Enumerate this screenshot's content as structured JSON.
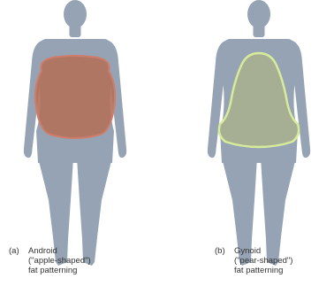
{
  "figure": {
    "colors": {
      "body": "#96a3b4",
      "android_fat_fill": "#b3715b",
      "android_fat_edge": "#cf7c6b",
      "gynoid_fat_fill": "#a7b08f",
      "gynoid_fat_edge": "#d7ec9a",
      "caption_text": "#333333"
    },
    "panels": [
      {
        "letter": "(a)",
        "lines": [
          "Android",
          "(\"apple-shaped\")",
          "fat patterning"
        ]
      },
      {
        "letter": "(b)",
        "lines": [
          "Gynoid",
          "(\"pear-shaped\")",
          "fat patterning"
        ]
      }
    ]
  }
}
